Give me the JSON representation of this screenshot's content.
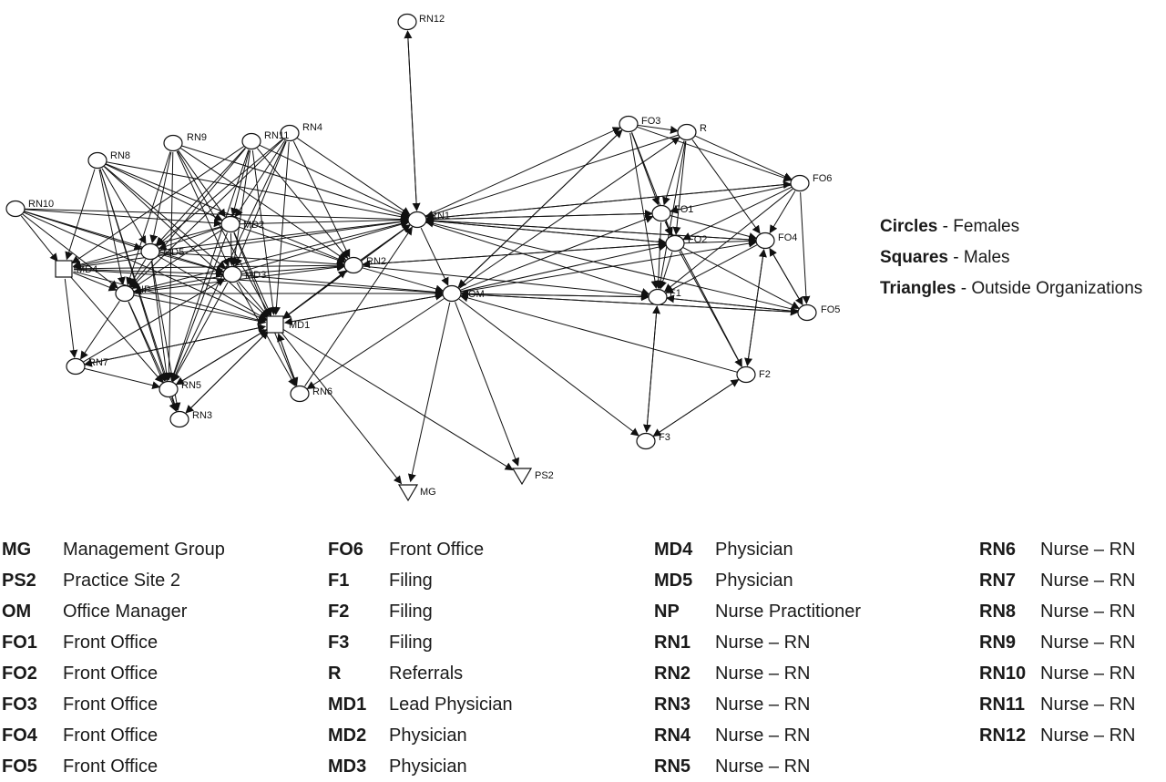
{
  "graph": {
    "nodes": [
      {
        "id": "RN12",
        "shape": "circle"
      },
      {
        "id": "RN4",
        "shape": "circle"
      },
      {
        "id": "RN11",
        "shape": "circle"
      },
      {
        "id": "RN9",
        "shape": "circle"
      },
      {
        "id": "RN8",
        "shape": "circle"
      },
      {
        "id": "RN10",
        "shape": "circle"
      },
      {
        "id": "MD2",
        "shape": "circle"
      },
      {
        "id": "MD5",
        "shape": "circle"
      },
      {
        "id": "MD4",
        "shape": "square"
      },
      {
        "id": "MD3",
        "shape": "circle"
      },
      {
        "id": "NP",
        "shape": "circle"
      },
      {
        "id": "RN1",
        "shape": "circle"
      },
      {
        "id": "RN2",
        "shape": "circle"
      },
      {
        "id": "OM",
        "shape": "circle"
      },
      {
        "id": "MD1",
        "shape": "square"
      },
      {
        "id": "RN7",
        "shape": "circle"
      },
      {
        "id": "RN5",
        "shape": "circle"
      },
      {
        "id": "RN3",
        "shape": "circle"
      },
      {
        "id": "RN6",
        "shape": "circle"
      },
      {
        "id": "MG",
        "shape": "triangle"
      },
      {
        "id": "PS2",
        "shape": "triangle"
      },
      {
        "id": "FO3",
        "shape": "circle"
      },
      {
        "id": "R",
        "shape": "circle"
      },
      {
        "id": "FO6",
        "shape": "circle"
      },
      {
        "id": "FO1",
        "shape": "circle"
      },
      {
        "id": "FO2",
        "shape": "circle"
      },
      {
        "id": "FO4",
        "shape": "circle"
      },
      {
        "id": "F1",
        "shape": "circle"
      },
      {
        "id": "FO5",
        "shape": "circle"
      },
      {
        "id": "F2",
        "shape": "circle"
      },
      {
        "id": "F3",
        "shape": "circle"
      }
    ],
    "edges": [
      [
        "RN12",
        "RN1"
      ],
      [
        "RN1",
        "RN12"
      ],
      [
        "RN4",
        "MD2"
      ],
      [
        "RN4",
        "MD3"
      ],
      [
        "RN4",
        "RN1"
      ],
      [
        "RN4",
        "NP"
      ],
      [
        "RN4",
        "MD5"
      ],
      [
        "RN4",
        "RN5"
      ],
      [
        "RN4",
        "MD1"
      ],
      [
        "RN4",
        "RN2"
      ],
      [
        "RN11",
        "MD2"
      ],
      [
        "RN11",
        "MD3"
      ],
      [
        "RN11",
        "RN1"
      ],
      [
        "RN11",
        "NP"
      ],
      [
        "RN11",
        "MD4"
      ],
      [
        "RN11",
        "MD5"
      ],
      [
        "RN11",
        "RN5"
      ],
      [
        "RN11",
        "RN2"
      ],
      [
        "RN11",
        "MD1"
      ],
      [
        "RN9",
        "MD2"
      ],
      [
        "RN9",
        "MD3"
      ],
      [
        "RN9",
        "MD5"
      ],
      [
        "RN9",
        "RN1"
      ],
      [
        "RN9",
        "NP"
      ],
      [
        "RN9",
        "RN5"
      ],
      [
        "RN9",
        "MD1"
      ],
      [
        "RN9",
        "RN2"
      ],
      [
        "RN8",
        "MD2"
      ],
      [
        "RN8",
        "MD3"
      ],
      [
        "RN8",
        "MD5"
      ],
      [
        "RN8",
        "MD4"
      ],
      [
        "RN8",
        "RN1"
      ],
      [
        "RN8",
        "NP"
      ],
      [
        "RN8",
        "RN5"
      ],
      [
        "RN8",
        "MD1"
      ],
      [
        "RN8",
        "RN2"
      ],
      [
        "RN8",
        "RN3"
      ],
      [
        "RN10",
        "MD2"
      ],
      [
        "RN10",
        "MD5"
      ],
      [
        "RN10",
        "MD4"
      ],
      [
        "RN10",
        "MD3"
      ],
      [
        "RN10",
        "RN1"
      ],
      [
        "RN10",
        "MD1"
      ],
      [
        "RN10",
        "NP"
      ],
      [
        "MD2",
        "RN1"
      ],
      [
        "MD2",
        "RN2"
      ],
      [
        "MD2",
        "MD5"
      ],
      [
        "MD2",
        "MD3"
      ],
      [
        "MD2",
        "MD1"
      ],
      [
        "MD2",
        "NP"
      ],
      [
        "MD2",
        "RN5"
      ],
      [
        "MD2",
        "MD4"
      ],
      [
        "MD2",
        "RN6"
      ],
      [
        "MD5",
        "RN1"
      ],
      [
        "MD5",
        "MD3"
      ],
      [
        "MD5",
        "MD1"
      ],
      [
        "MD5",
        "RN2"
      ],
      [
        "MD5",
        "NP"
      ],
      [
        "MD5",
        "RN5"
      ],
      [
        "MD5",
        "MD4"
      ],
      [
        "MD5",
        "RN3"
      ],
      [
        "MD4",
        "MD3"
      ],
      [
        "MD4",
        "MD1"
      ],
      [
        "MD4",
        "RN7"
      ],
      [
        "MD4",
        "NP"
      ],
      [
        "MD4",
        "RN1"
      ],
      [
        "MD4",
        "RN2"
      ],
      [
        "MD4",
        "RN5"
      ],
      [
        "MD4",
        "OM"
      ],
      [
        "MD3",
        "RN1"
      ],
      [
        "MD3",
        "RN2"
      ],
      [
        "MD3",
        "MD1"
      ],
      [
        "MD3",
        "NP"
      ],
      [
        "MD3",
        "RN5"
      ],
      [
        "MD3",
        "OM"
      ],
      [
        "MD3",
        "RN6"
      ],
      [
        "NP",
        "RN1"
      ],
      [
        "NP",
        "RN2"
      ],
      [
        "NP",
        "MD1"
      ],
      [
        "NP",
        "OM"
      ],
      [
        "NP",
        "RN5"
      ],
      [
        "NP",
        "RN7"
      ],
      [
        "NP",
        "RN3"
      ],
      [
        "RN1",
        "OM"
      ],
      [
        "RN1",
        "FO1"
      ],
      [
        "RN1",
        "FO2"
      ],
      [
        "RN1",
        "FO3"
      ],
      [
        "RN1",
        "F1"
      ],
      [
        "RN1",
        "FO6"
      ],
      [
        "RN1",
        "FO4"
      ],
      [
        "RN1",
        "MD1"
      ],
      [
        "RN2",
        "OM"
      ],
      [
        "RN2",
        "FO2"
      ],
      [
        "RN2",
        "RN1"
      ],
      [
        "RN2",
        "MD1"
      ],
      [
        "RN2",
        "F1"
      ],
      [
        "OM",
        "FO1"
      ],
      [
        "OM",
        "FO2"
      ],
      [
        "OM",
        "F1"
      ],
      [
        "OM",
        "FO5"
      ],
      [
        "OM",
        "FO4"
      ],
      [
        "OM",
        "FO3"
      ],
      [
        "OM",
        "R"
      ],
      [
        "OM",
        "MG"
      ],
      [
        "OM",
        "PS2"
      ],
      [
        "OM",
        "F3"
      ],
      [
        "OM",
        "MD1"
      ],
      [
        "OM",
        "RN6"
      ],
      [
        "MD1",
        "OM"
      ],
      [
        "MD1",
        "RN1"
      ],
      [
        "MD1",
        "RN2"
      ],
      [
        "MD1",
        "RN7"
      ],
      [
        "MD1",
        "RN5"
      ],
      [
        "MD1",
        "RN3"
      ],
      [
        "MD1",
        "RN6"
      ],
      [
        "MD1",
        "MG"
      ],
      [
        "MD1",
        "PS2"
      ],
      [
        "RN7",
        "RN5"
      ],
      [
        "RN7",
        "MD1"
      ],
      [
        "RN7",
        "MD3"
      ],
      [
        "RN5",
        "RN3"
      ],
      [
        "RN5",
        "MD1"
      ],
      [
        "RN3",
        "MD1"
      ],
      [
        "RN6",
        "MD1"
      ],
      [
        "RN6",
        "RN1"
      ],
      [
        "FO3",
        "FO1"
      ],
      [
        "FO3",
        "FO2"
      ],
      [
        "FO3",
        "F1"
      ],
      [
        "FO3",
        "FO6"
      ],
      [
        "FO3",
        "R"
      ],
      [
        "FO3",
        "OM"
      ],
      [
        "R",
        "FO1"
      ],
      [
        "R",
        "FO2"
      ],
      [
        "R",
        "FO6"
      ],
      [
        "R",
        "F1"
      ],
      [
        "R",
        "FO4"
      ],
      [
        "R",
        "RN1"
      ],
      [
        "FO6",
        "FO1"
      ],
      [
        "FO6",
        "FO2"
      ],
      [
        "FO6",
        "FO5"
      ],
      [
        "FO6",
        "F1"
      ],
      [
        "FO6",
        "RN1"
      ],
      [
        "FO6",
        "FO4"
      ],
      [
        "FO1",
        "FO2"
      ],
      [
        "FO1",
        "F1"
      ],
      [
        "FO1",
        "F2"
      ],
      [
        "FO1",
        "FO4"
      ],
      [
        "FO1",
        "RN1"
      ],
      [
        "FO2",
        "F1"
      ],
      [
        "FO2",
        "F2"
      ],
      [
        "FO2",
        "FO4"
      ],
      [
        "FO2",
        "FO5"
      ],
      [
        "FO2",
        "RN1"
      ],
      [
        "FO2",
        "RN2"
      ],
      [
        "FO4",
        "FO5"
      ],
      [
        "FO4",
        "F1"
      ],
      [
        "FO4",
        "F2"
      ],
      [
        "FO4",
        "RN1"
      ],
      [
        "F1",
        "F3"
      ],
      [
        "F3",
        "F1"
      ],
      [
        "F1",
        "FO5"
      ],
      [
        "F1",
        "OM"
      ],
      [
        "FO5",
        "OM"
      ],
      [
        "FO5",
        "FO4"
      ],
      [
        "FO5",
        "RN1"
      ],
      [
        "FO5",
        "F1"
      ],
      [
        "F2",
        "F3"
      ],
      [
        "F2",
        "FO4"
      ],
      [
        "F2",
        "OM"
      ],
      [
        "F3",
        "F2"
      ]
    ]
  },
  "shape_legend": [
    {
      "term": "Circles",
      "sep": " - ",
      "desc": "Females"
    },
    {
      "term": "Squares",
      "sep": " - ",
      "desc": "Males"
    },
    {
      "term": "Triangles",
      "sep": " - ",
      "desc": "Outside Organizations"
    }
  ],
  "code_legend": [
    [
      {
        "code": "MG",
        "desc": "Management Group"
      },
      {
        "code": "PS2",
        "desc": "Practice Site 2"
      },
      {
        "code": "OM",
        "desc": "Office Manager"
      },
      {
        "code": "FO1",
        "desc": "Front Office"
      },
      {
        "code": "FO2",
        "desc": "Front Office"
      },
      {
        "code": "FO3",
        "desc": "Front Office"
      },
      {
        "code": "FO4",
        "desc": "Front Office"
      },
      {
        "code": "FO5",
        "desc": "Front Office"
      }
    ],
    [
      {
        "code": "FO6",
        "desc": "Front Office"
      },
      {
        "code": "F1",
        "desc": "Filing"
      },
      {
        "code": "F2",
        "desc": "Filing"
      },
      {
        "code": "F3",
        "desc": "Filing"
      },
      {
        "code": "R",
        "desc": "Referrals"
      },
      {
        "code": "MD1",
        "desc": "Lead Physician"
      },
      {
        "code": "MD2",
        "desc": "Physician"
      },
      {
        "code": "MD3",
        "desc": "Physician"
      }
    ],
    [
      {
        "code": "MD4",
        "desc": "Physician"
      },
      {
        "code": "MD5",
        "desc": "Physician"
      },
      {
        "code": "NP",
        "desc": "Nurse Practitioner"
      },
      {
        "code": "RN1",
        "desc": "Nurse – RN"
      },
      {
        "code": "RN2",
        "desc": "Nurse – RN"
      },
      {
        "code": "RN3",
        "desc": "Nurse – RN"
      },
      {
        "code": "RN4",
        "desc": "Nurse – RN"
      },
      {
        "code": "RN5",
        "desc": "Nurse – RN"
      }
    ],
    [
      {
        "code": "RN6",
        "desc": "Nurse – RN"
      },
      {
        "code": "RN7",
        "desc": "Nurse – RN"
      },
      {
        "code": "RN8",
        "desc": "Nurse – RN"
      },
      {
        "code": "RN9",
        "desc": "Nurse – RN"
      },
      {
        "code": "RN10",
        "desc": "Nurse – RN"
      },
      {
        "code": "RN11",
        "desc": "Nurse – RN"
      },
      {
        "code": "RN12",
        "desc": "Nurse – RN"
      }
    ]
  ]
}
